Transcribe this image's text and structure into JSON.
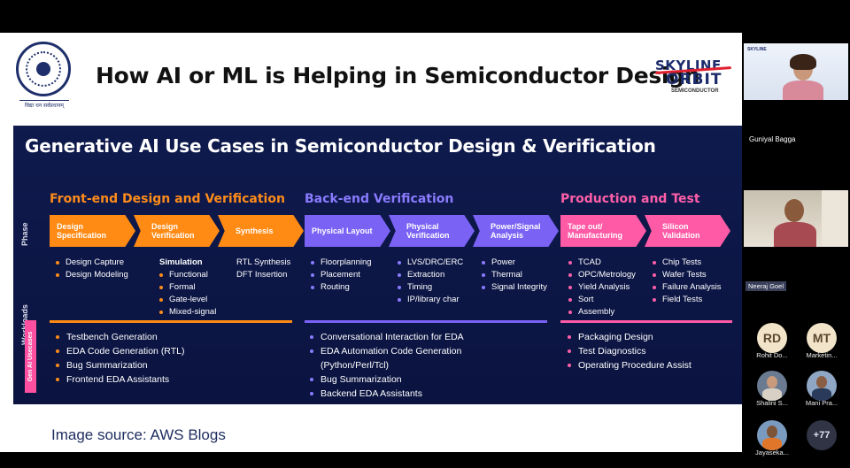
{
  "slide": {
    "title": "How AI or ML is Helping in Semiconductor Design",
    "logo_caption": "विद्या धन सर्वप्रधानम्",
    "brand": {
      "line1": "SKYLINE",
      "line2": "ORBIT",
      "line3": "SEMICONDUCTOR"
    },
    "source": "Image source: AWS Blogs"
  },
  "infographic": {
    "title": "Generative AI Use Cases in Semiconductor Design & Verification",
    "row_labels": {
      "phase": "Phase",
      "workloads": "Workloads",
      "genai": "Gen AI Usecases"
    },
    "sections": {
      "front": "Front-end Design and Verification",
      "back": "Back-end Verification",
      "prod": "Production and Test"
    },
    "phases": [
      "Design Specification",
      "Design Verification",
      "Synthesis",
      "Physical Layout",
      "Physical Verification",
      "Power/Signal Analysis",
      "Tape out/ Manufacturing",
      "Silicon Validation"
    ],
    "workloads": {
      "c1": [
        "Design Capture",
        "Design Modeling"
      ],
      "c2_head": "Simulation",
      "c2": [
        "Functional",
        "Formal",
        "Gate-level",
        "Mixed-signal"
      ],
      "c3": [
        "RTL Synthesis",
        "DFT Insertion"
      ],
      "c4": [
        "Floorplanning",
        "Placement",
        "Routing"
      ],
      "c5": [
        "LVS/DRC/ERC",
        "Extraction",
        "Timing",
        "IP/library char"
      ],
      "c6": [
        "Power",
        "Thermal",
        "Signal Integrity"
      ],
      "c7": [
        "TCAD",
        "OPC/Metrology",
        "Yield Analysis",
        "Sort",
        "Assembly"
      ],
      "c8": [
        "Chip Tests",
        "Wafer Tests",
        "Failure Analysis",
        "Field Tests"
      ]
    },
    "genai": {
      "front": [
        "Testbench Generation",
        "EDA Code Generation (RTL)",
        "Bug Summarization",
        "Frontend EDA Assistants"
      ],
      "back": [
        "Conversational Interaction for EDA",
        "EDA Automation Code Generation",
        "(Python/Perl/Tcl)",
        "Bug Summarization",
        "Backend EDA Assistants"
      ],
      "prod": [
        "Packaging Design",
        "Test Diagnostics",
        "Operating Procedure Assist"
      ]
    }
  },
  "participants": {
    "video1_name": "Guniyal Bagga",
    "video2_name": "Neeraj Goel",
    "video1_badge": "SKYLINE",
    "avatars": [
      {
        "initials": "RD",
        "name": "Rohit Do..."
      },
      {
        "initials": "MT",
        "name": "Marketin..."
      },
      {
        "initials": "",
        "name": "Shalini S..."
      },
      {
        "initials": "",
        "name": "Mani Pra..."
      },
      {
        "initials": "",
        "name": "Jayaseka..."
      }
    ],
    "more_count": "+77"
  },
  "colors": {
    "front": "#ff8a14",
    "back": "#7a62f5",
    "prod": "#ff5aa6",
    "infographic_bg": "#0f1a4d"
  }
}
